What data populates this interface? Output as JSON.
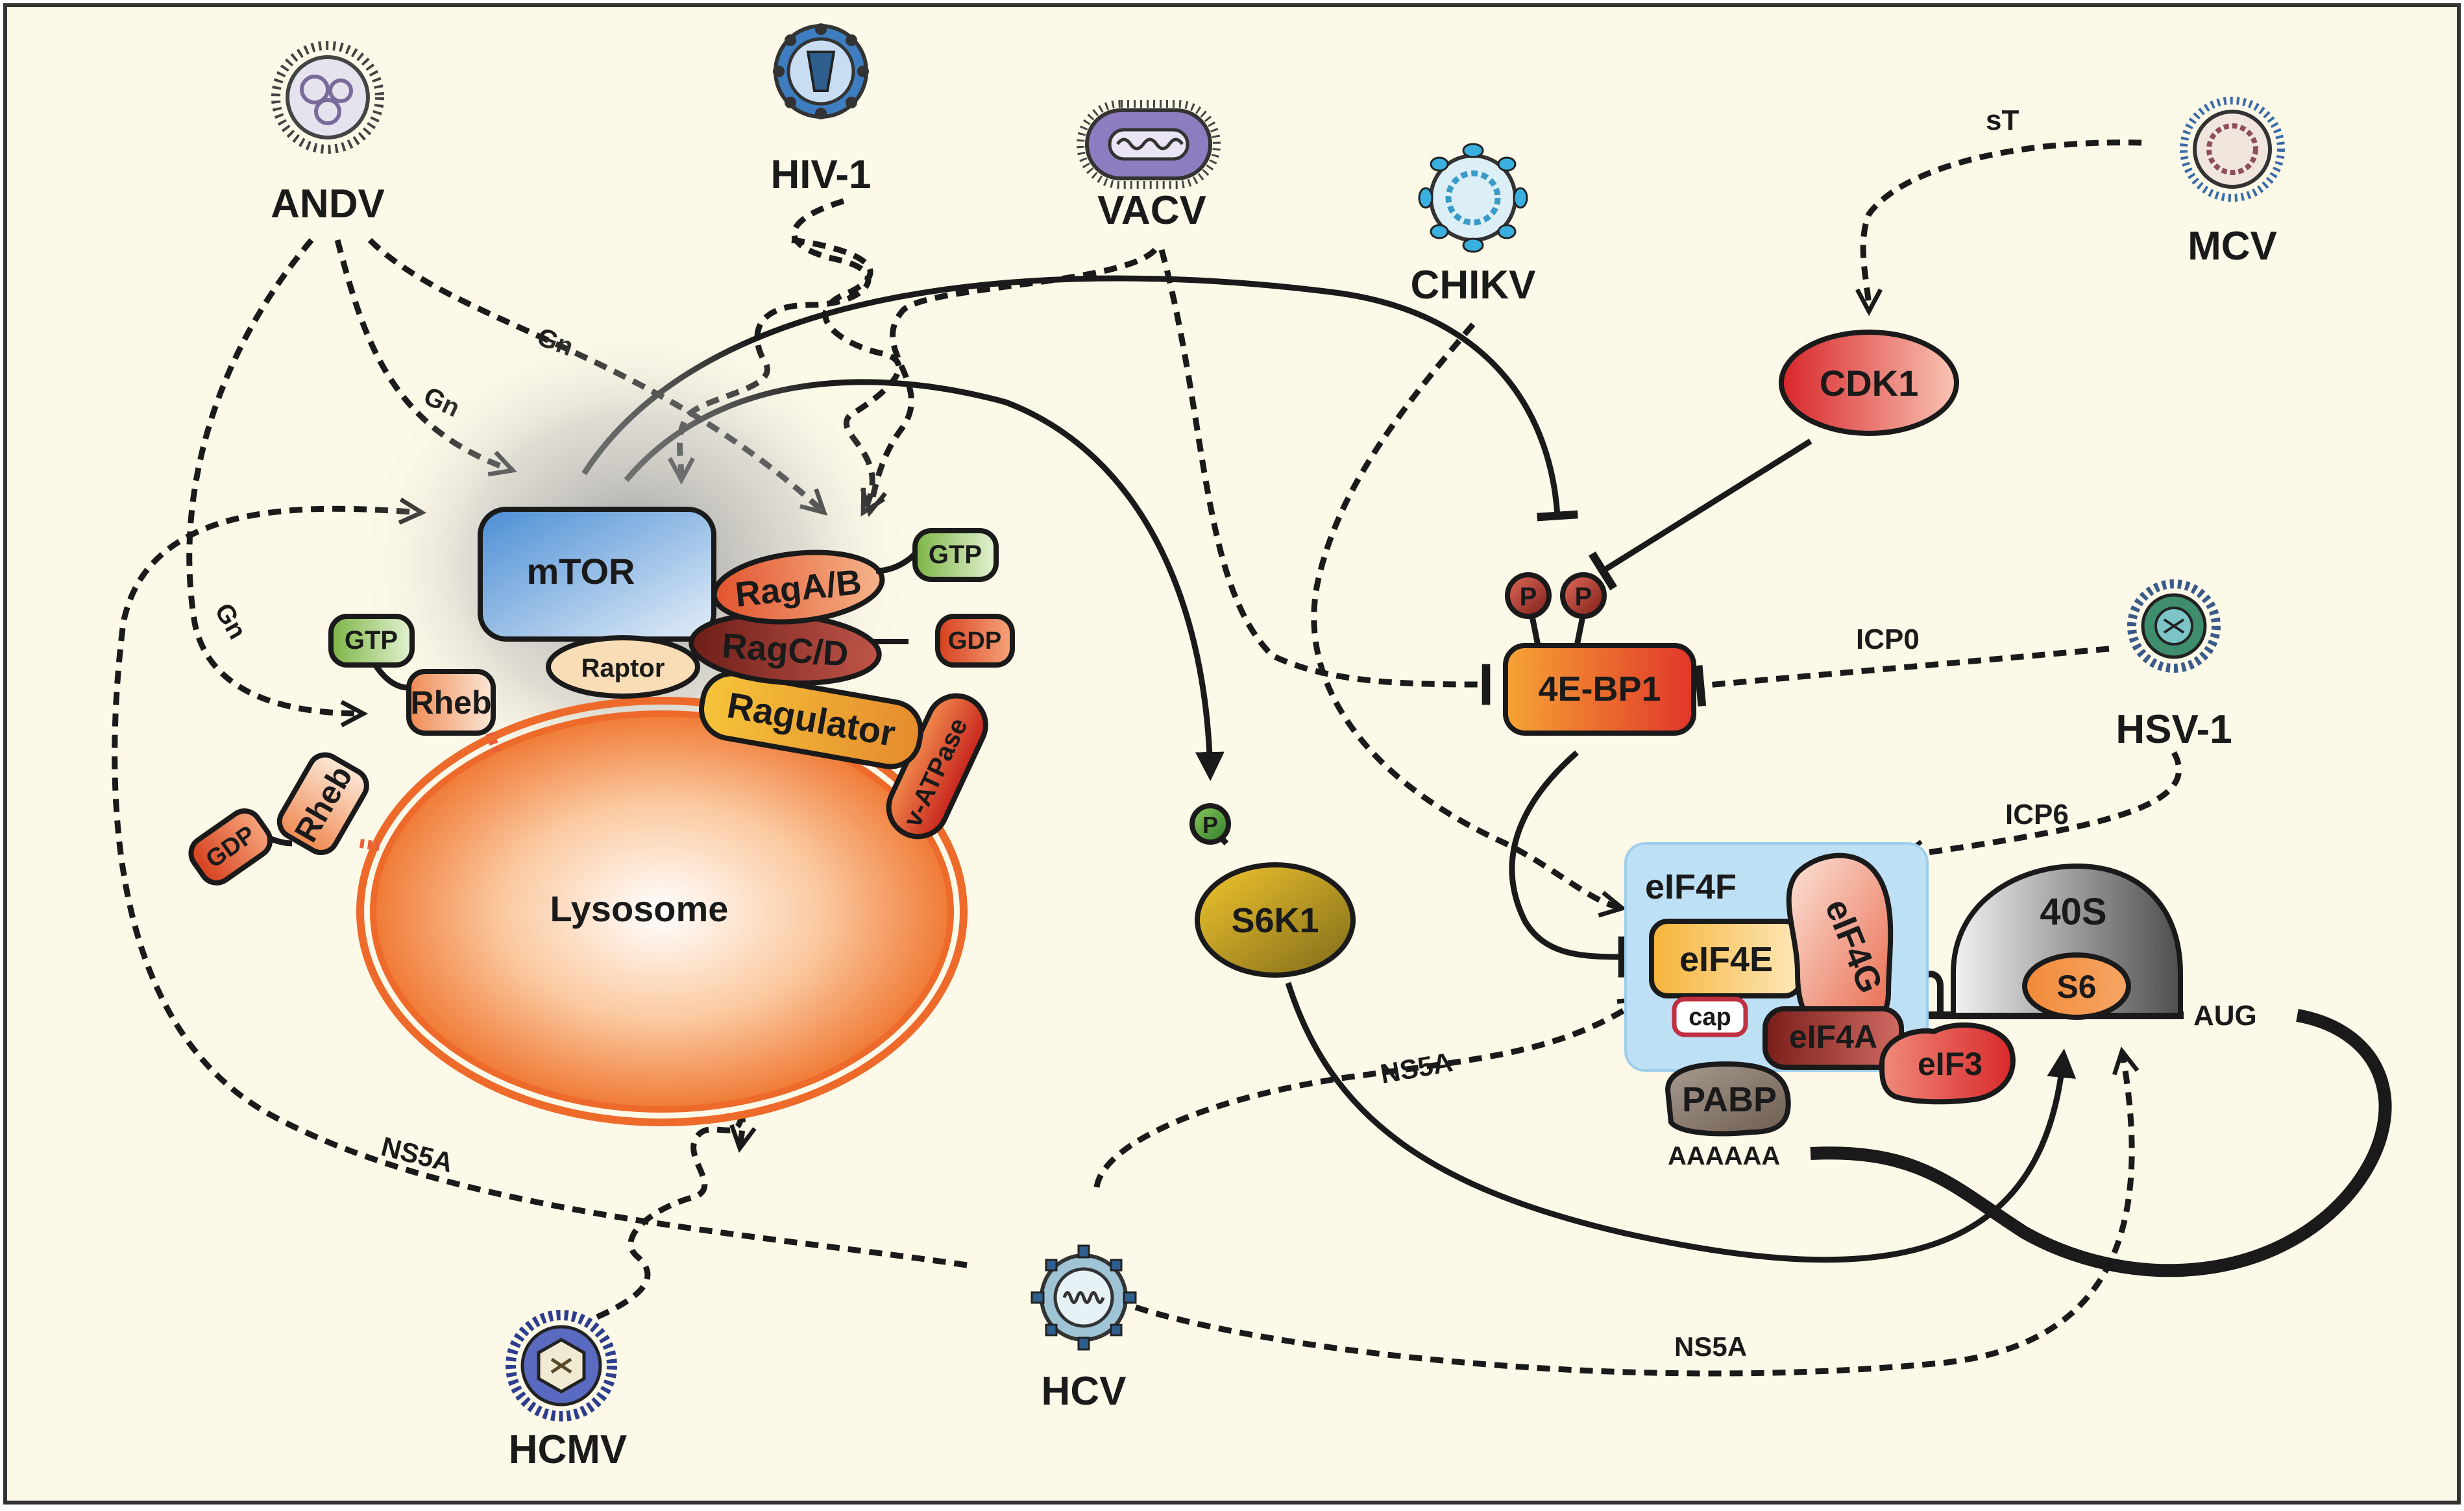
{
  "viruses": {
    "andv": "ANDV",
    "hiv": "HIV-1",
    "vacv": "VACV",
    "chikv": "CHIKV",
    "mcv": "MCV",
    "hsv": "HSV-1",
    "hcv": "HCV",
    "hcmv": "HCMV"
  },
  "proteins": {
    "mtor": "mTOR",
    "raga": "RagA/B",
    "ragc": "RagC/D",
    "raptor": "Raptor",
    "ragulator": "Ragulator",
    "vatpase": "v-ATPase",
    "rheb_active": "Rheb",
    "rheb_inactive": "Rheb",
    "gtp": "GTP",
    "gdp": "GDP",
    "lysosome": "Lysosome",
    "s6k1": "S6K1",
    "p": "P",
    "cdk1": "CDK1",
    "bp1": "4E-BP1",
    "eif4f": "eIF4F",
    "eif4e": "eIF4E",
    "eif4g": "eIF4G",
    "eif4a": "eIF4A",
    "eif3": "eIF3",
    "cap": "cap",
    "pabp": "PABP",
    "polya": "AAAAAA",
    "s40": "40S",
    "s6": "S6",
    "aug": "AUG"
  },
  "edge_labels": {
    "gn": "Gn",
    "st": "sT",
    "icp0": "ICP0",
    "icp6": "ICP6",
    "ns5a": "NS5A"
  },
  "colors": {
    "background": "#FDF9E8",
    "lysosome": "#F07A36",
    "mtor": "#5E9ED9",
    "raga": "#E8683A",
    "ragc": "#8E2E23",
    "ragulator": "#E9A63A",
    "vatpase": "#D83B2E",
    "rheb": "#F2A46F",
    "gtp": "#8FBE55",
    "gdp": "#E65C2C",
    "s6k1": "#B89A22",
    "cdk1": "#E23E3E",
    "bp1": "#EE8A2A",
    "eif4f_box": "#BDE0F5",
    "eif4e": "#F4B84A",
    "eif4g": "#F08A6A",
    "eif4a": "#9A2E28",
    "eif3": "#E2463A",
    "pabp": "#8E7E72",
    "ribosome": "#7E7E7E"
  }
}
